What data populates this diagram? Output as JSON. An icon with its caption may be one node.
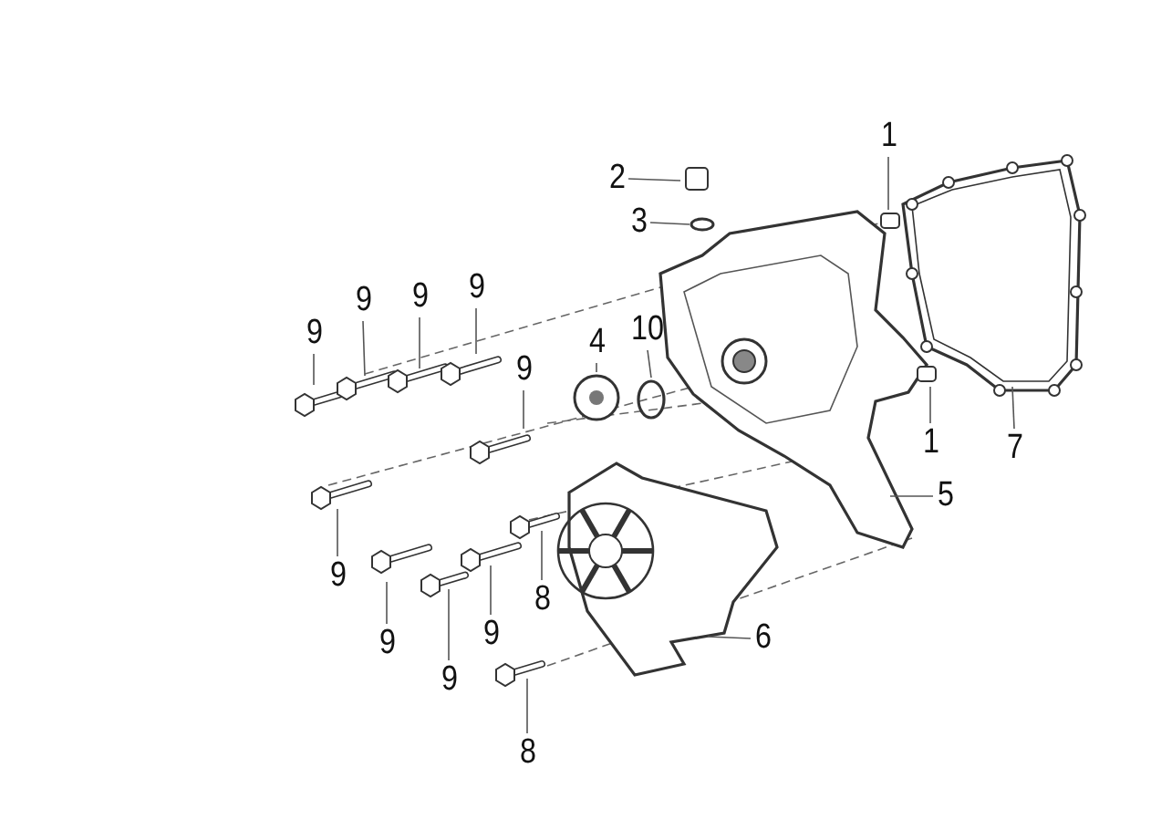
{
  "diagram": {
    "nodes": [
      {
        "text": [
          "1"
        ]
      },
      {
        "text": [
          "2"
        ]
      },
      {
        "text": [
          "3"
        ]
      },
      {
        "text": [
          "9"
        ]
      },
      {
        "text": [
          "9"
        ]
      },
      {
        "text": [
          "9"
        ]
      },
      {
        "text": [
          "10"
        ]
      },
      {
        "text": [
          "9"
        ]
      },
      {
        "text": [
          "4"
        ]
      },
      {
        "text": [
          "9"
        ]
      },
      {
        "text": [
          "1"
        ]
      },
      {
        "text": [
          "7"
        ]
      },
      {
        "text": [
          "5"
        ]
      },
      {
        "text": [
          "9"
        ]
      },
      {
        "text": [
          "8"
        ]
      },
      {
        "text": [
          "9"
        ]
      },
      {
        "text": [
          "9"
        ]
      },
      {
        "text": [
          "9"
        ]
      },
      {
        "text": [
          "6"
        ]
      },
      {
        "text": [
          "8"
        ]
      }
    ],
    "edges": [
      {
        "from": 0,
        "to": null,
        "arrow": "none"
      },
      {
        "from": 1,
        "to": null,
        "arrow": "none"
      },
      {
        "from": 2,
        "to": null,
        "arrow": "none"
      },
      {
        "from": 3,
        "to": null,
        "arrow": "none"
      },
      {
        "from": 4,
        "to": null,
        "arrow": "none"
      },
      {
        "from": 5,
        "to": null,
        "arrow": "none"
      },
      {
        "from": 6,
        "to": null,
        "arrow": "none"
      },
      {
        "from": 7,
        "to": null,
        "arrow": "none"
      },
      {
        "from": 8,
        "to": null,
        "arrow": "none"
      },
      {
        "from": 9,
        "to": null,
        "arrow": "none"
      },
      {
        "from": 10,
        "to": null,
        "arrow": "none"
      },
      {
        "from": 11,
        "to": null,
        "arrow": "none"
      },
      {
        "from": 12,
        "to": null,
        "arrow": "none"
      },
      {
        "from": 13,
        "to": null,
        "arrow": "none"
      },
      {
        "from": 14,
        "to": null,
        "arrow": "none"
      },
      {
        "from": 15,
        "to": null,
        "arrow": "none"
      },
      {
        "from": 16,
        "to": null,
        "arrow": "none"
      },
      {
        "from": 17,
        "to": null,
        "arrow": "none"
      },
      {
        "from": 18,
        "to": null,
        "arrow": "none"
      },
      {
        "from": 19,
        "to": null,
        "arrow": "none"
      }
    ]
  }
}
